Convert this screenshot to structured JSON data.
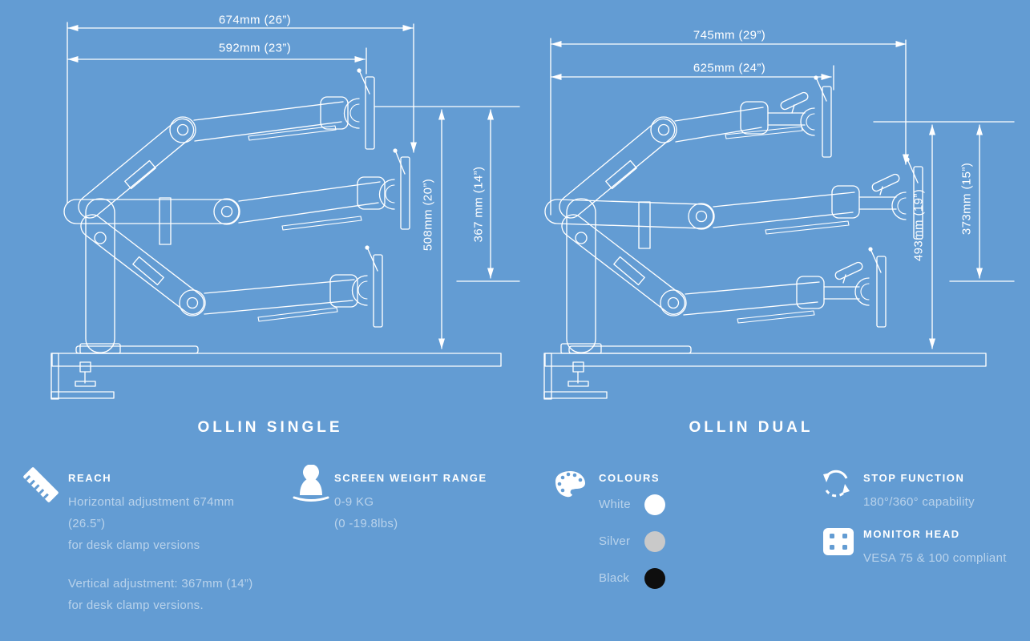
{
  "colors": {
    "background": "#639CD3",
    "line": "#FFFFFF",
    "muted_text": "rgba(255,255,255,0.55)",
    "background_css": "background:#639CD3"
  },
  "diagrams": {
    "single": {
      "title": "OLLIN SINGLE",
      "dim_outer": "674mm (26”)",
      "dim_inner": "592mm (23”)",
      "dim_height": "508mm (20”)",
      "dim_vertical": "367 mm (14”)"
    },
    "dual": {
      "title": "OLLIN DUAL",
      "dim_outer": "745mm (29”)",
      "dim_inner": "625mm (24”)",
      "dim_height": "493mm (19”)",
      "dim_vertical": "373mm (15”)"
    }
  },
  "specs": {
    "reach": {
      "heading": "REACH",
      "icon": "ruler-icon",
      "lines1": [
        "Horizontal adjustment 674mm",
        "(26.5”)",
        "for desk clamp versions"
      ],
      "lines2": [
        "Vertical adjustment: 367mm (14”)",
        "for desk clamp versions."
      ]
    },
    "weight": {
      "heading": "SCREEN WEIGHT RANGE",
      "icon": "weight-icon",
      "lines": [
        "0-9 KG",
        "(0 -19.8lbs)"
      ]
    },
    "colours": {
      "heading": "COLOURS",
      "icon": "palette-icon",
      "options": [
        {
          "label": "White",
          "hex": "#FFFFFF",
          "css": "background:#FFFFFF"
        },
        {
          "label": "Silver",
          "hex": "#C9C9C9",
          "css": "background:#C9C9C9"
        },
        {
          "label": "Black",
          "hex": "#0E0E0E",
          "css": "background:#0E0E0E"
        }
      ]
    },
    "stop": {
      "heading": "STOP FUNCTION",
      "icon": "rotation-stop-icon",
      "lines": [
        "180°/360° capability"
      ]
    },
    "monitor_head": {
      "heading": "MONITOR HEAD",
      "icon": "vesa-plate-icon",
      "lines": [
        "VESA 75 & 100 compliant"
      ]
    }
  }
}
